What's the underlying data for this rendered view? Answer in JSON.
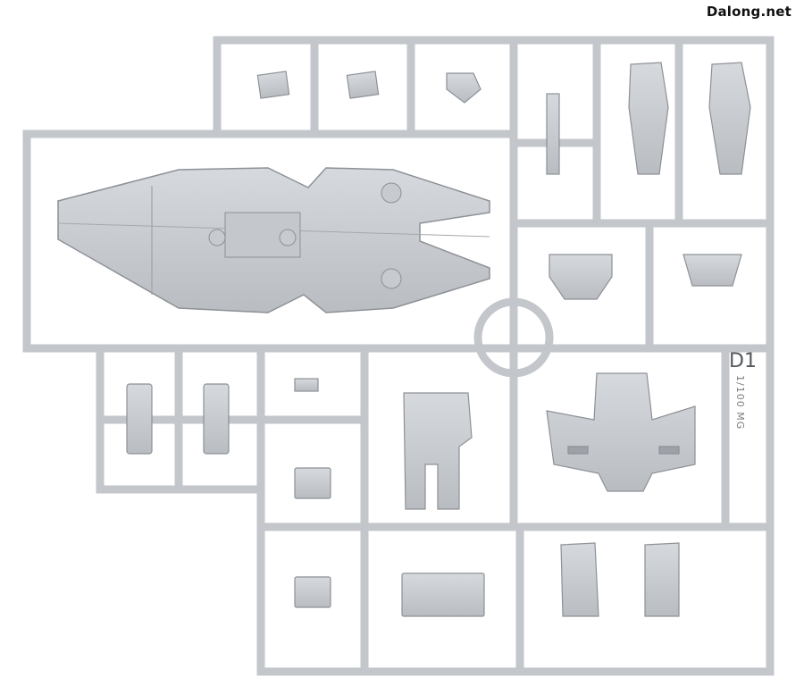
{
  "watermark": "Dalong.net",
  "runner": {
    "code_label": "D1",
    "side_text": "1/100 MG"
  },
  "colors": {
    "background": "#ffffff",
    "plastic": "#c9ccd1",
    "plastic_shadow": "#a8acb2",
    "plastic_edge": "#8d9197",
    "text": "#111111"
  }
}
